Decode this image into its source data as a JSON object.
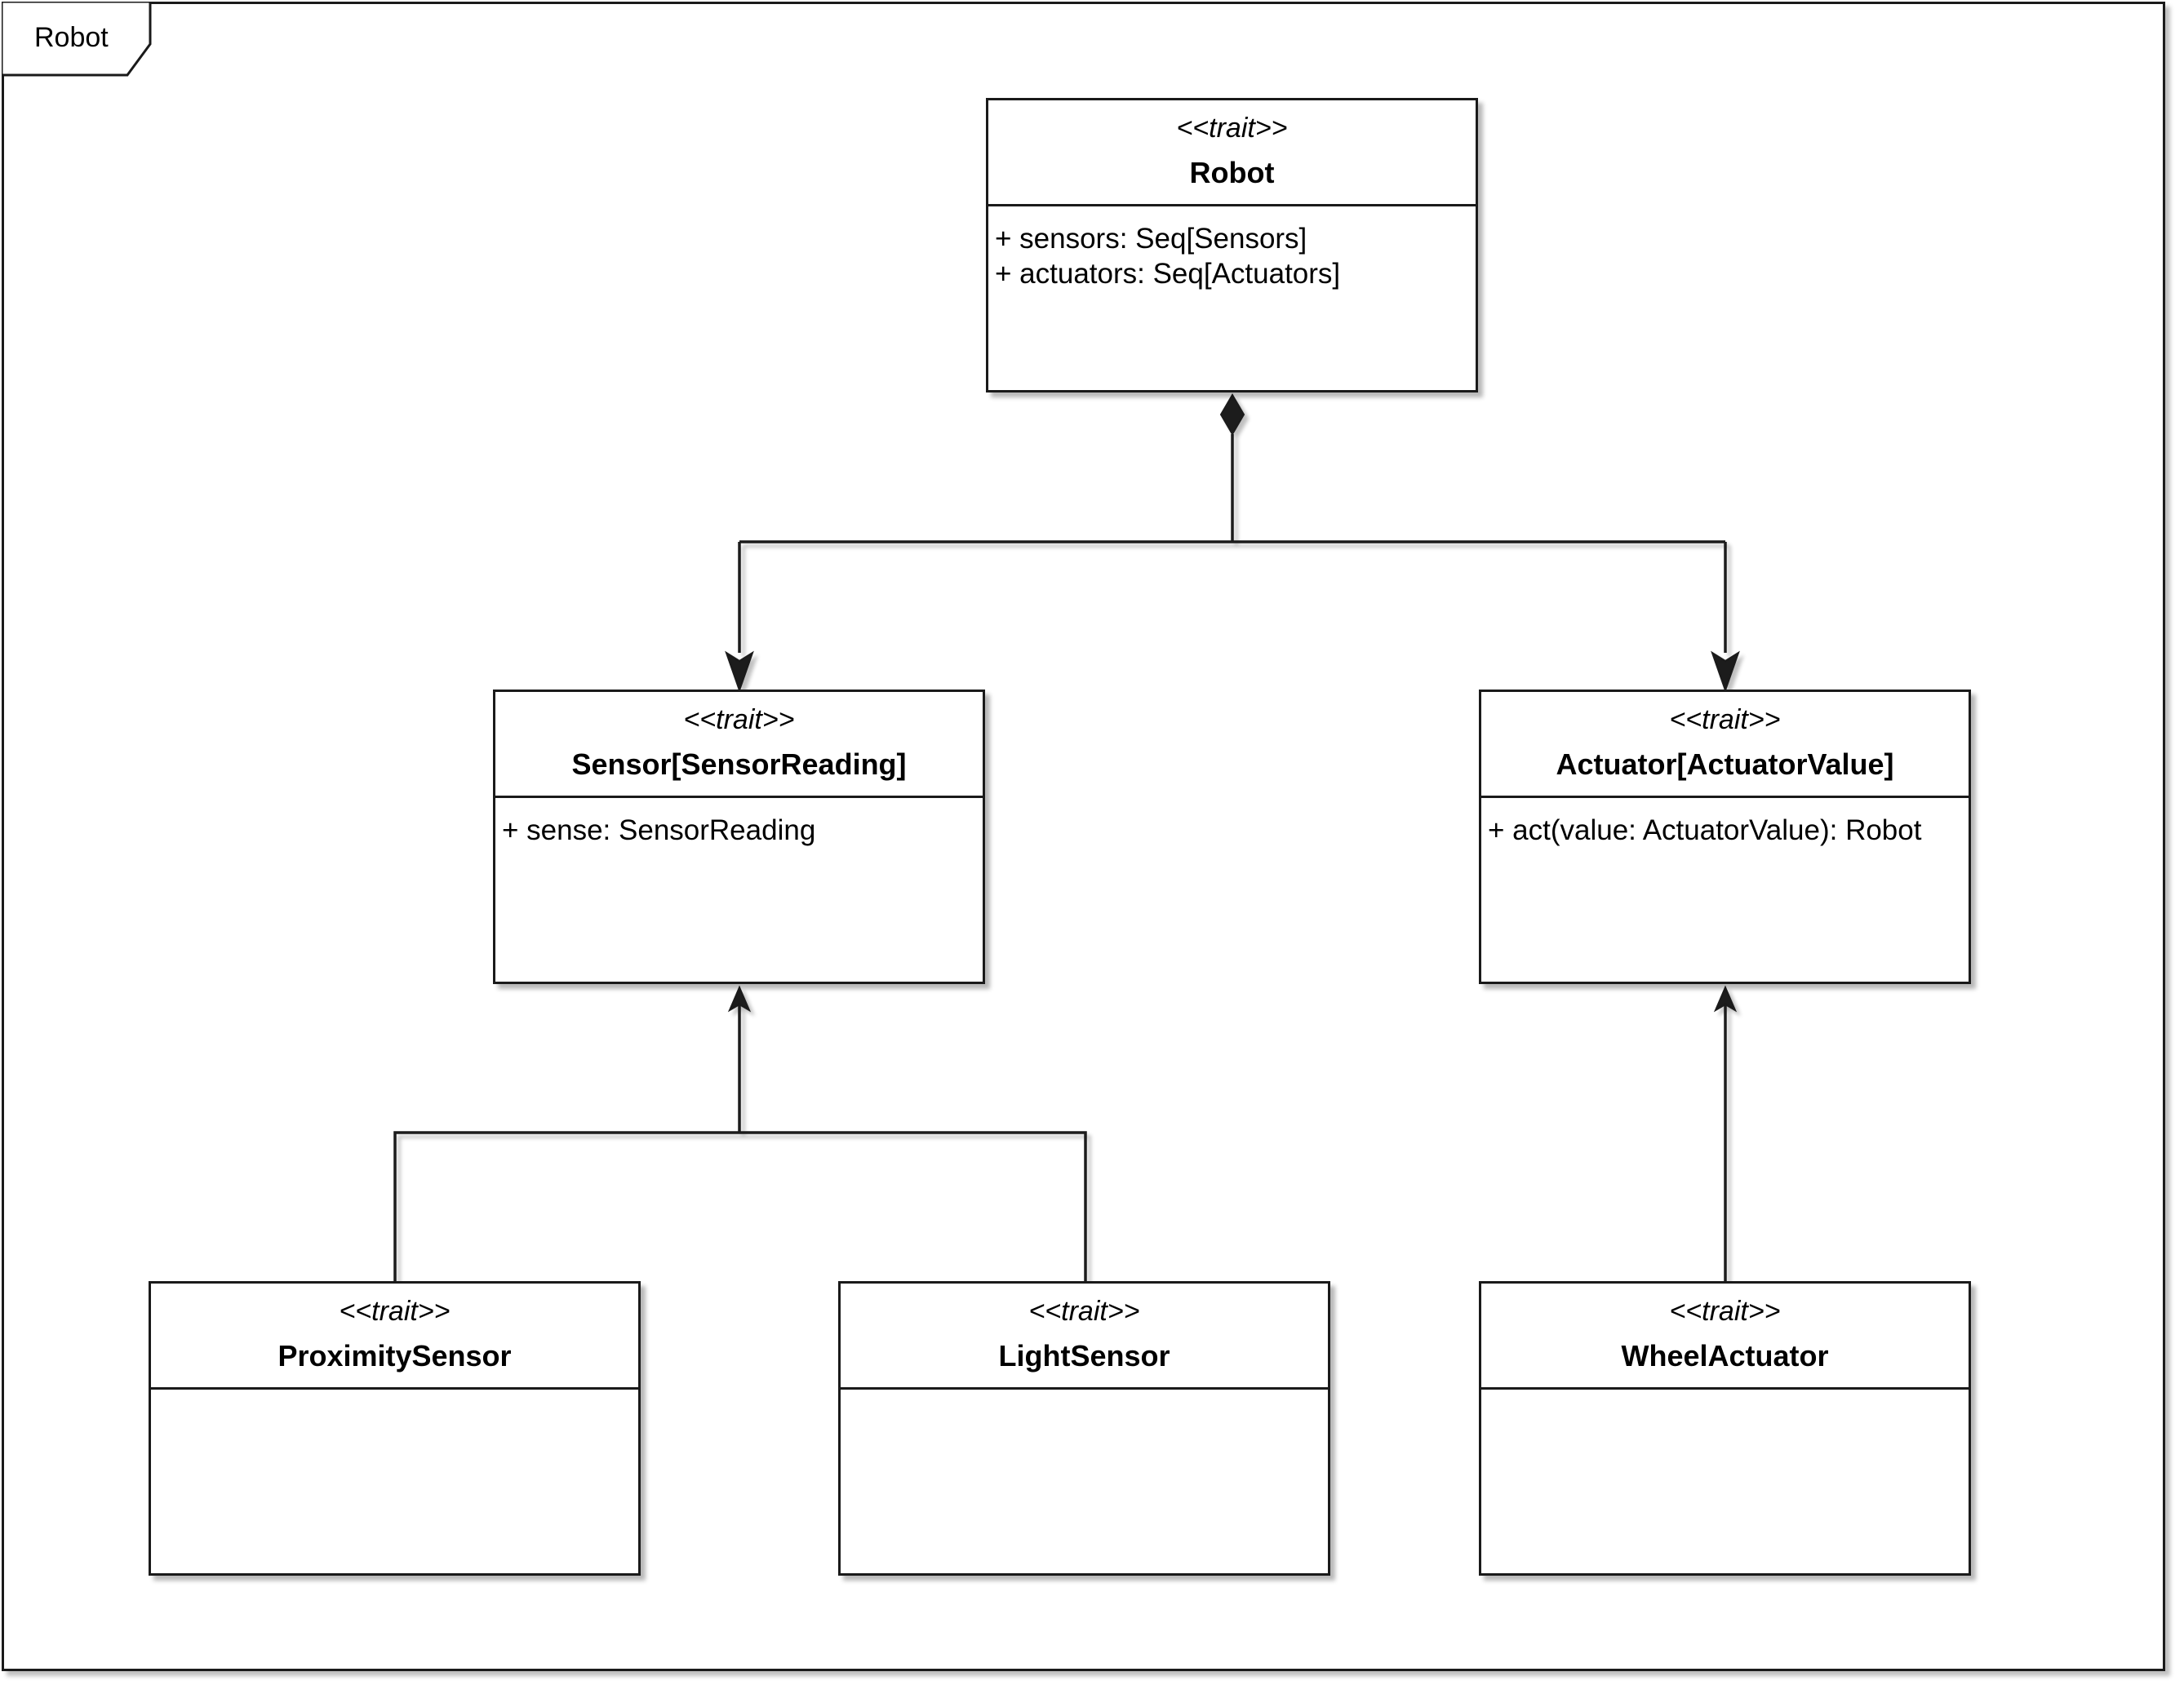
{
  "frame": {
    "label": "Robot"
  },
  "classes": [
    {
      "id": "robot",
      "stereotype": "<<trait>>",
      "name": "Robot",
      "attributes": [
        "+ sensors: Seq[Sensors]",
        "+ actuators: Seq[Actuators]"
      ]
    },
    {
      "id": "sensor",
      "stereotype": "<<trait>>",
      "name": "Sensor[SensorReading]",
      "attributes": [
        "+ sense: SensorReading"
      ]
    },
    {
      "id": "actuator",
      "stereotype": "<<trait>>",
      "name": "Actuator[ActuatorValue]",
      "attributes": [
        "+ act(value: ActuatorValue): Robot"
      ]
    },
    {
      "id": "proximity-sensor",
      "stereotype": "<<trait>>",
      "name": "ProximitySensor",
      "attributes": []
    },
    {
      "id": "light-sensor",
      "stereotype": "<<trait>>",
      "name": "LightSensor",
      "attributes": []
    },
    {
      "id": "wheel-actuator",
      "stereotype": "<<trait>>",
      "name": "WheelActuator",
      "attributes": []
    }
  ],
  "relationships": [
    {
      "from": "robot",
      "to": "sensor",
      "type": "composition"
    },
    {
      "from": "robot",
      "to": "actuator",
      "type": "composition"
    },
    {
      "from": "proximity-sensor",
      "to": "sensor",
      "type": "inheritance"
    },
    {
      "from": "light-sensor",
      "to": "sensor",
      "type": "inheritance"
    },
    {
      "from": "wheel-actuator",
      "to": "actuator",
      "type": "inheritance"
    }
  ],
  "colors": {
    "line": "#1a1a1a",
    "background": "#ffffff"
  }
}
